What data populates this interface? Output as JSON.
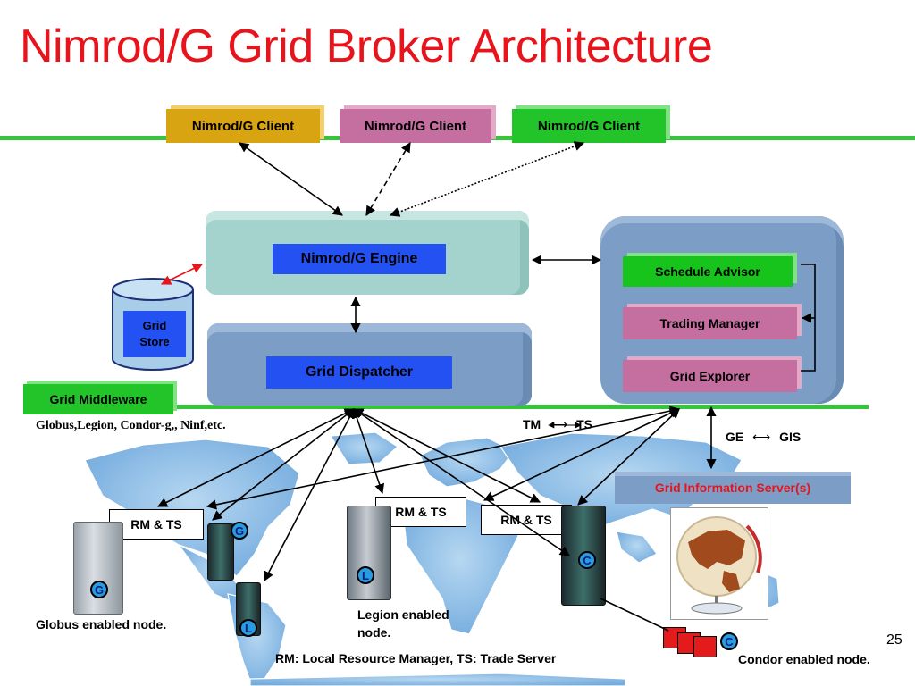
{
  "title": "Nimrod/G Grid Broker Architecture",
  "clients": [
    {
      "label": "Nimrod/G Client",
      "color": "#d9a411"
    },
    {
      "label": "Nimrod/G Client",
      "color": "#c56ea0"
    },
    {
      "label": "Nimrod/G Client",
      "color": "#22c42a"
    }
  ],
  "engine": {
    "label": "Nimrod/G Engine"
  },
  "dispatcher": {
    "label": "Grid Dispatcher"
  },
  "store": {
    "line1": "Grid",
    "line2": "Store"
  },
  "middleware": {
    "label": "Grid Middleware",
    "note": "Globus,Legion, Condor-g,, Ninf,etc."
  },
  "advisor_panel": {
    "schedule_advisor": "Schedule Advisor",
    "trading_manager": "Trading Manager",
    "grid_explorer": "Grid Explorer"
  },
  "protocols": {
    "tm": "TM",
    "ts": "TS",
    "ge": "GE",
    "gis": "GIS",
    "arrow": "⟷"
  },
  "gis_server": {
    "label": "Grid Information Server(s)"
  },
  "rm_ts": [
    "RM & TS",
    "RM & TS",
    "RM & TS"
  ],
  "nodes": {
    "globus": "Globus enabled node.",
    "legion_line1": "Legion  enabled",
    "legion_line2": "node.",
    "condor": "Condor enabled node."
  },
  "badges": {
    "g": "G",
    "l": "L",
    "c": "C"
  },
  "legend": "RM: Local Resource Manager, TS: Trade Server",
  "page_number": "25",
  "colors": {
    "title": "#e8141c",
    "accent_line": "#35c53a",
    "engine_panel": "#a3d3cc",
    "dispatcher_panel": "#7c9dc6",
    "label_box": "#2452f2",
    "schedule_advisor": "#16c41c",
    "trading_manager": "#c56ea0",
    "gis_server_text": "#e8141c"
  }
}
